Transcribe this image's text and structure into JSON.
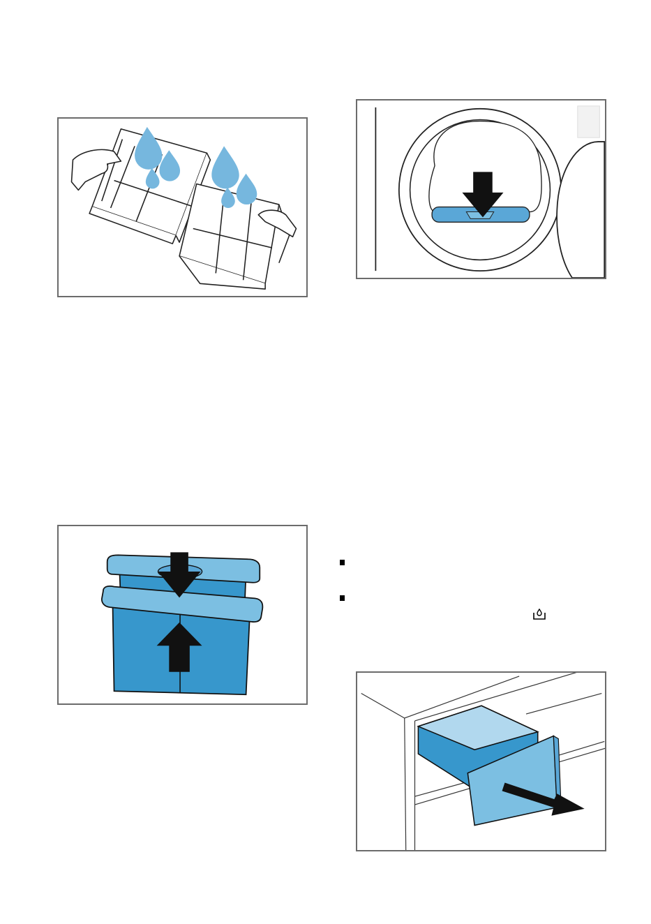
{
  "page": {
    "figures": [
      {
        "id": "filter-rinse",
        "icon": "rinse-fluff-filter-illustration"
      },
      {
        "id": "dryer-drum",
        "icon": "dryer-door-filter-slot-illustration"
      },
      {
        "id": "filter-insert",
        "icon": "filter-insert-assembly-illustration"
      },
      {
        "id": "water-tank",
        "icon": "pull-out-water-tank-illustration"
      }
    ],
    "bullets": [
      {
        "id": "bullet-1",
        "icon": "square-bullet"
      },
      {
        "id": "bullet-2",
        "icon": "square-bullet"
      }
    ],
    "symbol": {
      "icon": "water-tank-symbol-icon"
    },
    "colors": {
      "accent_blue": "#3b9ad0",
      "light_blue": "#7cbfe2",
      "drop_blue": "#76b7de",
      "frame_gray": "#6b6b6b"
    }
  }
}
